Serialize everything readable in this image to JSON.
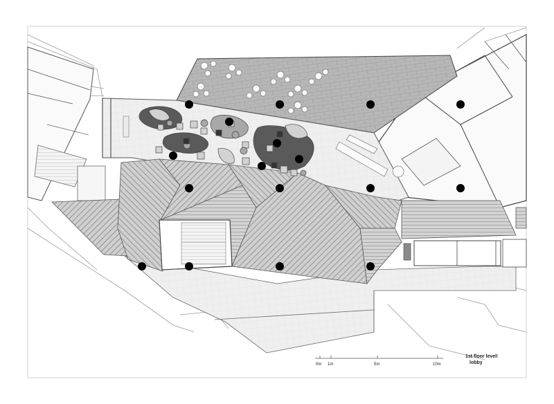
{
  "drawing": {
    "title_line1": "1st floor level",
    "title_line2": "lobby",
    "sheet_mark": "I"
  },
  "scale_bar": {
    "labels": [
      "0m",
      "1m",
      "5m",
      "10m"
    ]
  },
  "colors": {
    "terrace": "#b4b4b4",
    "roof": "#c8c8c8",
    "lobby": "#ececec",
    "column": "#000000",
    "furniture_dark": "#5a5a5a",
    "furniture_mid": "#a8a8a8",
    "furniture_light": "#d2d2d2"
  }
}
